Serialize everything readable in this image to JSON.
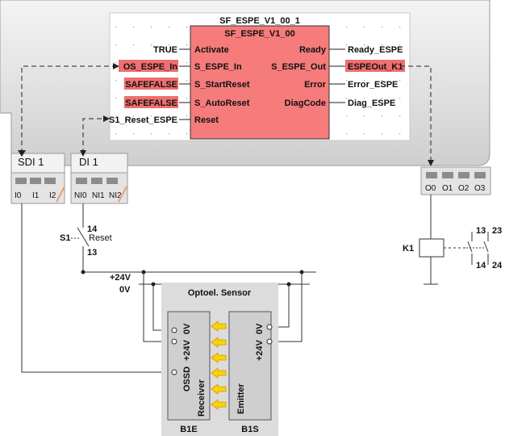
{
  "block": {
    "instance_name": "SF_ESPE_V1_00_1",
    "type_name": "SF_ESPE_V1_00",
    "inputs": [
      {
        "pin": "Activate",
        "signal": "TRUE",
        "highlight": false
      },
      {
        "pin": "S_ESPE_In",
        "signal": "OS_ESPE_In",
        "highlight": true
      },
      {
        "pin": "S_StartReset",
        "signal": "SAFEFALSE",
        "highlight": true
      },
      {
        "pin": "S_AutoReset",
        "signal": "SAFEFALSE",
        "highlight": true
      },
      {
        "pin": "Reset",
        "signal": "S1_Reset_ESPE",
        "highlight": false
      }
    ],
    "outputs": [
      {
        "pin": "Ready",
        "signal": "Ready_ESPE",
        "highlight": false
      },
      {
        "pin": "S_ESPE_Out",
        "signal": "ESPEOut_K1",
        "highlight": true
      },
      {
        "pin": "Error",
        "signal": "Error_ESPE",
        "highlight": false
      },
      {
        "pin": "DiagCode",
        "signal": "Diag_ESPE",
        "highlight": false
      }
    ]
  },
  "modules": {
    "sdi": {
      "title": "SDI 1",
      "channels": [
        "I0",
        "I1",
        "I2"
      ]
    },
    "di": {
      "title": "DI 1",
      "channels": [
        "NI0",
        "NI1",
        "NI2"
      ]
    },
    "out": {
      "channels": [
        "O0",
        "O1",
        "O2",
        "O3"
      ]
    }
  },
  "switch": {
    "name": "S1",
    "label": "Reset",
    "top_terminal": "14",
    "bottom_terminal": "13"
  },
  "power": {
    "plus": "+24V",
    "zero": "0V"
  },
  "sensor": {
    "title": "Optoel. Sensor",
    "receiver": {
      "pins": [
        "0V",
        "+24V",
        "OSSD"
      ],
      "label": "Receiver",
      "tag": "B1E"
    },
    "emitter": {
      "pins": [
        "0V",
        "+24V"
      ],
      "label": "Emitter",
      "tag": "B1S"
    }
  },
  "relay": {
    "name": "K1",
    "contacts_top": [
      "13",
      "23"
    ],
    "contacts_bottom": [
      "14",
      "24"
    ]
  },
  "colors": {
    "block_fill": "#f67b7b",
    "highlight": "#ef6f6f",
    "panel": "#e2e2e2",
    "sensor_bg": "#dcdcdc",
    "arrow": "#ffd200"
  }
}
